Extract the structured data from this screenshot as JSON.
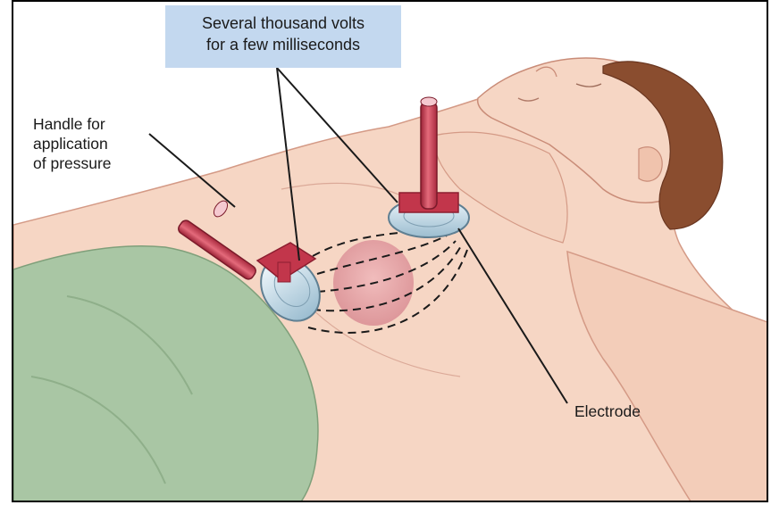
{
  "callout": {
    "line1": "Several thousand volts",
    "line2": "for a few milliseconds"
  },
  "handle_label": {
    "line1": "Handle for",
    "line2": "application",
    "line3": "of pressure"
  },
  "electrode_label": "Electrode",
  "colors": {
    "skin": "#f6d6c4",
    "skin_shadow": "#e8b9a5",
    "hair": "#8a4d2f",
    "sheet": "#a9c6a4",
    "sheet_shadow": "#8faf8a",
    "handle_red": "#c2364b",
    "electrode_plate": "#cfe2ee",
    "callout_bg": "#c3d8ef",
    "heart": "#e9a7ab"
  }
}
